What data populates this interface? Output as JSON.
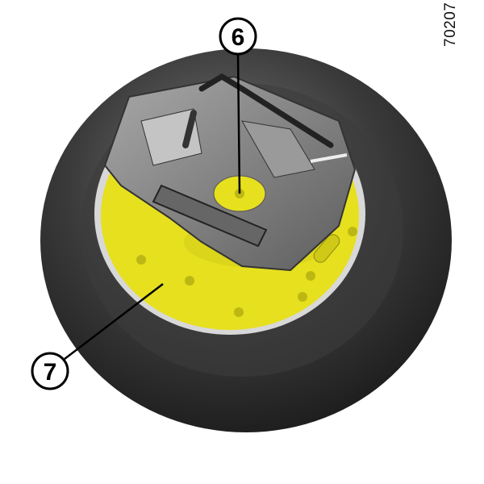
{
  "figure": {
    "reference_code": "70207",
    "callouts": [
      {
        "number": "6"
      },
      {
        "number": "7"
      }
    ],
    "colors": {
      "tyre": "#2b2b2b",
      "wheel_disc": "#e6e01f",
      "tray": "#8a8a8a",
      "rim": "#d8d8d8"
    }
  }
}
